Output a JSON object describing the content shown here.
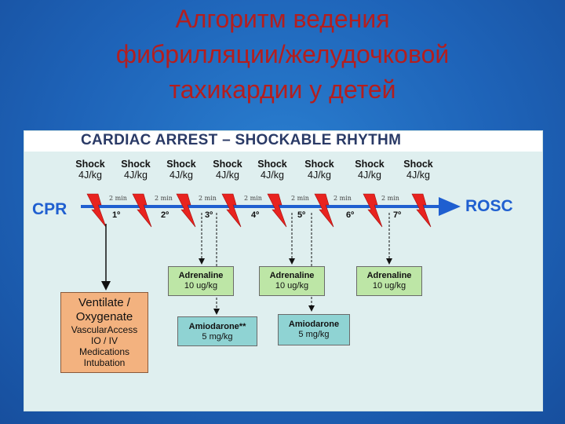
{
  "slide_title": {
    "line1": "Алгоритм ведения",
    "line2": "фибрилляции/желудочковой",
    "line3": "тахикардии у детей"
  },
  "diagram": {
    "title": "CARDIAC ARREST – SHOCKABLE RHYTHM",
    "start_label": "CPR",
    "end_label": "ROSC",
    "shocks": [
      {
        "label": "Shock",
        "dose": "4J/kg"
      },
      {
        "label": "Shock",
        "dose": "4J/kg"
      },
      {
        "label": "Shock",
        "dose": "4J/kg"
      },
      {
        "label": "Shock",
        "dose": "4J/kg"
      },
      {
        "label": "Shock",
        "dose": "4J/kg"
      },
      {
        "label": "Shock",
        "dose": "4J/kg"
      },
      {
        "label": "Shock",
        "dose": "4J/kg"
      },
      {
        "label": "Shock",
        "dose": "4J/kg"
      }
    ],
    "interval_label": "2 min",
    "cycles": [
      "1º",
      "2º",
      "3º",
      "4º",
      "5º",
      "6º",
      "7º"
    ],
    "adrenaline": {
      "name": "Adrenaline",
      "dose": "10 ug/kg"
    },
    "amiodarone_1": {
      "name": "Amiodarone**",
      "dose": "5 mg/kg"
    },
    "amiodarone_2": {
      "name": "Amiodarone",
      "dose": "5 mg/kg"
    },
    "ventilate": {
      "line1": "Ventilate /",
      "line2": "Oxygenate",
      "items": [
        "VascularAccess",
        "IO / IV",
        "Medications",
        "Intubation"
      ]
    },
    "colors": {
      "bolt": "#e8231f",
      "timeline": "#1f5fd0",
      "adrenaline_box": "#bde6a6",
      "amiodarone_box": "#8fd3d3",
      "ventilate_box": "#f3b27f"
    }
  }
}
